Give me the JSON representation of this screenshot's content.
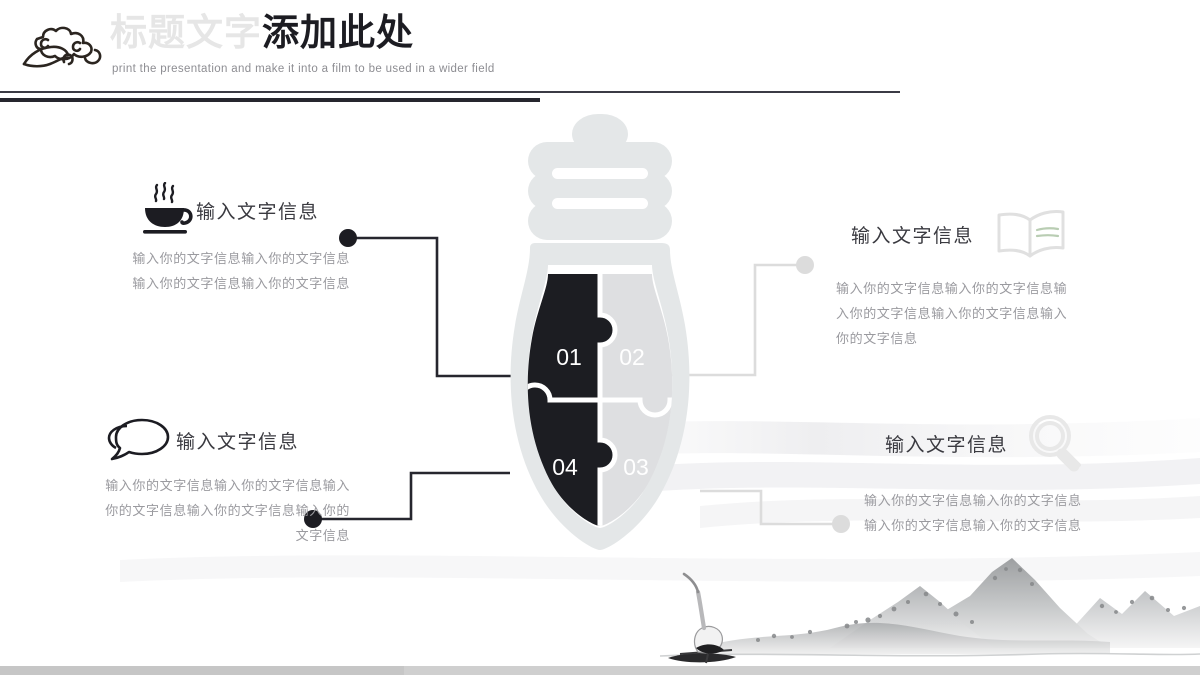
{
  "slide": {
    "logo_icon": "chinese-cloud-motif-icon",
    "title_ghost": "标题文字",
    "title_main": "添加此处",
    "subtitle": "print the presentation and make it into a film to be used in a wider field"
  },
  "colors": {
    "ink_dark": "#1c1c22",
    "ghost_title": "#e6e6e6",
    "bulb_gray": "#e4e7e8",
    "piece_dark": "#1c1d22",
    "piece_light": "#dedfe1",
    "body_text": "#9a9a9f",
    "head_text": "#3a3a40",
    "connector_dark": "#26262e",
    "connector_light": "#dcdcdc",
    "bottom_bar": "#cfcfcf",
    "book_accent_green": "#b9cdb3"
  },
  "center_graphic": {
    "type": "lightbulb-puzzle",
    "pieces": [
      {
        "id": "01",
        "label": "01",
        "position": "top-left",
        "state": "active"
      },
      {
        "id": "02",
        "label": "02",
        "position": "top-right",
        "state": "inactive"
      },
      {
        "id": "03",
        "label": "03",
        "position": "bottom-right",
        "state": "inactive"
      },
      {
        "id": "04",
        "label": "04",
        "position": "bottom-left",
        "state": "active"
      }
    ]
  },
  "blocks": [
    {
      "key": "top_left",
      "icon": "coffee-cup-icon",
      "title": "输入文字信息",
      "body": "输入你的文字信息输入你的文字信息输入你的文字信息输入你的文字信息",
      "connector": "dark",
      "links_to": "01"
    },
    {
      "key": "bottom_left",
      "icon": "speech-bubble-icon",
      "title": "输入文字信息",
      "body": "输入你的文字信息输入你的文字信息输入你的文字信息输入你的文字信息输入你的文字信息",
      "connector": "dark",
      "links_to": "04"
    },
    {
      "key": "top_right",
      "icon": "open-book-icon",
      "title": "输入文字信息",
      "body": "输入你的文字信息输入你的文字信息输入你的文字信息输入你的文字信息输入你的文字信息",
      "connector": "light",
      "links_to": "02"
    },
    {
      "key": "bottom_right",
      "icon": "magnifier-icon",
      "title": "输入文字信息",
      "body": "输入你的文字信息输入你的文字信息输入你的文字信息输入你的文字信息",
      "connector": "light",
      "links_to": "03"
    }
  ],
  "decoration": {
    "landscape": "chinese-ink-mountain-and-crane-illustration"
  }
}
